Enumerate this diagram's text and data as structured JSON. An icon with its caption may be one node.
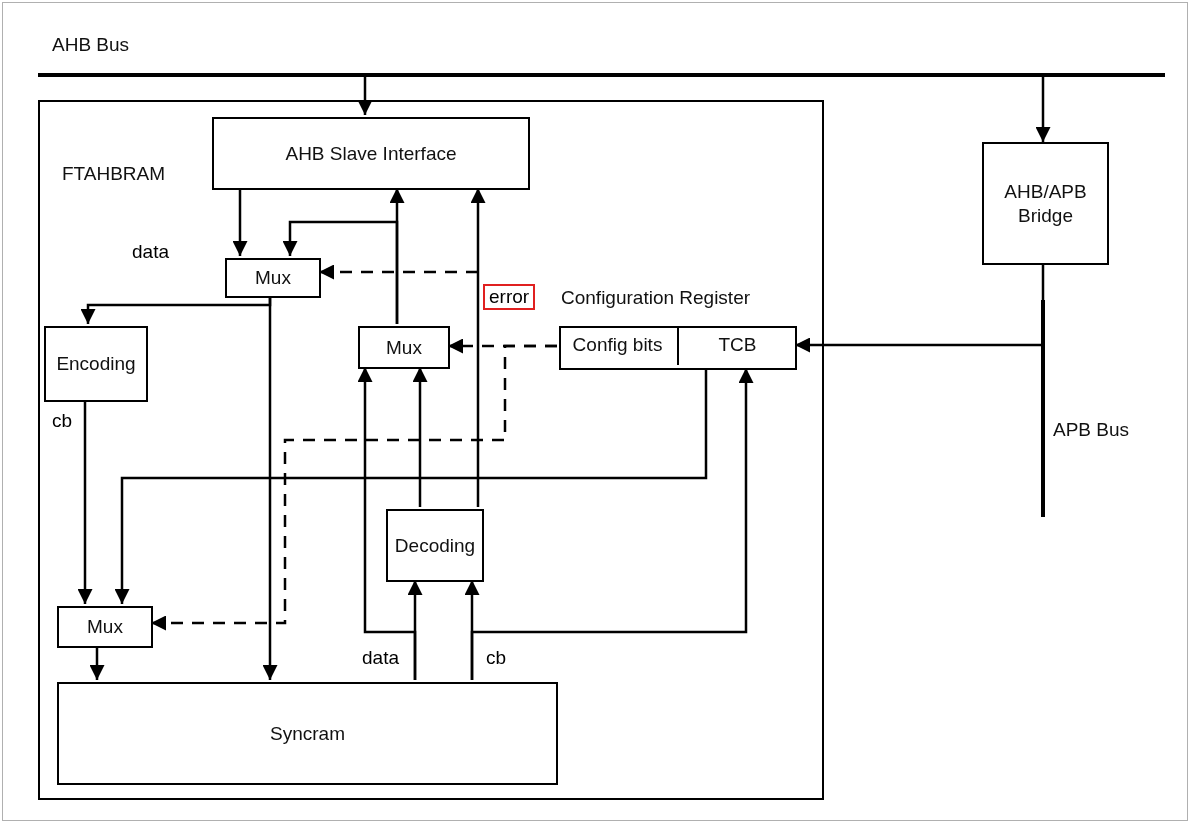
{
  "diagram": {
    "nodes": [
      {
        "text": [
          "AHB Bus"
        ]
      },
      {
        "text": [
          "FTAHBRAM"
        ]
      },
      {
        "text": [
          "AHB Slave Interface"
        ],
        "in": 1
      },
      {
        "text": [
          "Mux"
        ],
        "in": 1
      },
      {
        "text": [
          "Encoding"
        ],
        "in": 1
      },
      {
        "text": [
          "Mux"
        ],
        "in": 1
      },
      {
        "text": [
          "Configuration Register"
        ],
        "in": 1
      },
      {
        "text": [
          "Config bits"
        ],
        "in": 6
      },
      {
        "text": [
          "TCB"
        ],
        "in": 6
      },
      {
        "text": [
          "Decoding"
        ],
        "in": 1
      },
      {
        "text": [
          "Mux"
        ],
        "in": 1
      },
      {
        "text": [
          "Syncram"
        ],
        "in": 1
      },
      {
        "text": [
          "AHB/APB Bridge"
        ]
      },
      {
        "text": [
          "APB Bus"
        ]
      }
    ],
    "edges": [
      {
        "from": 0,
        "to": 2,
        "arrow": "to"
      },
      {
        "from": 0,
        "to": 12,
        "arrow": "to"
      },
      {
        "from": 12,
        "to": 13,
        "arrow": "none"
      },
      {
        "from": 2,
        "to": 3,
        "arrow": "to"
      },
      {
        "from": 5,
        "to": 2,
        "arrow": "to"
      },
      {
        "from": 5,
        "to": 3,
        "arrow": "to"
      },
      {
        "from": null,
        "to": 3,
        "arrow": "to",
        "style": "dashed"
      },
      {
        "from": 3,
        "to": 4,
        "arrow": "to"
      },
      {
        "from": 3,
        "to": 11,
        "arrow": "to"
      },
      {
        "from": 7,
        "to": 5,
        "arrow": "to",
        "style": "dashed"
      },
      {
        "from": 7,
        "to": 10,
        "arrow": "to",
        "style": "dashed"
      },
      {
        "from": 13,
        "to": 8,
        "arrow": "to"
      },
      {
        "from": 4,
        "to": 10,
        "arrow": "to"
      },
      {
        "from": 8,
        "to": 10,
        "arrow": "to"
      },
      {
        "from": 9,
        "to": 5,
        "arrow": "to"
      },
      {
        "from": 9,
        "to": 2,
        "arrow": "to",
        "label": "error"
      },
      {
        "from": 11,
        "to": 5,
        "arrow": "to"
      },
      {
        "from": 11,
        "to": 9,
        "arrow": "to",
        "label": "data"
      },
      {
        "from": 11,
        "to": 9,
        "arrow": "to",
        "label": "cb"
      },
      {
        "from": 11,
        "to": 8,
        "arrow": "to"
      },
      {
        "from": 10,
        "to": 11,
        "arrow": "to"
      }
    ],
    "labels": [
      "data",
      "cb"
    ]
  }
}
